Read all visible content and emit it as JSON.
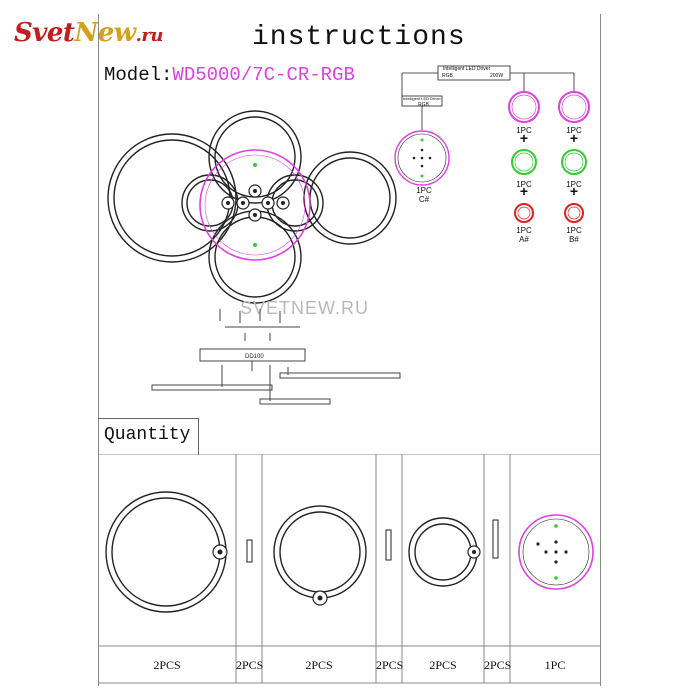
{
  "logo": {
    "part1": "Svet",
    "part2": "New",
    "part3": ".ru"
  },
  "title": "instructions",
  "model": {
    "label": "Model:",
    "value": "WD5000/7C-CR-RGB"
  },
  "watermark": "SVETNEW.RU",
  "wiring": {
    "driver_label": "Intelligent LED Driver",
    "driver_sub": "RGB",
    "driver_power": "200W",
    "controller_label": "Intelligent LED Driver",
    "controller_sub": "RGB",
    "c_pc": "1PC",
    "c_name": "C#",
    "a_column": {
      "q1": "1PC",
      "q2": "1PC",
      "q3": "1PC",
      "name": "A#"
    },
    "b_column": {
      "q1": "1PC",
      "q2": "1PC",
      "q3": "1PC",
      "name": "B#"
    },
    "plus": "+"
  },
  "assembly": {
    "plate_label": "DD100"
  },
  "quantity": {
    "label": "Quantity",
    "cells": [
      "2PCS",
      "2PCS",
      "2PCS",
      "2PCS",
      "2PCS",
      "2PCS",
      "1PC"
    ]
  },
  "colors": {
    "magenta": "#e040e0",
    "green": "#33cc33",
    "red": "#e02020",
    "logo_red": "#c31d1d",
    "logo_gold": "#d4a21a"
  }
}
